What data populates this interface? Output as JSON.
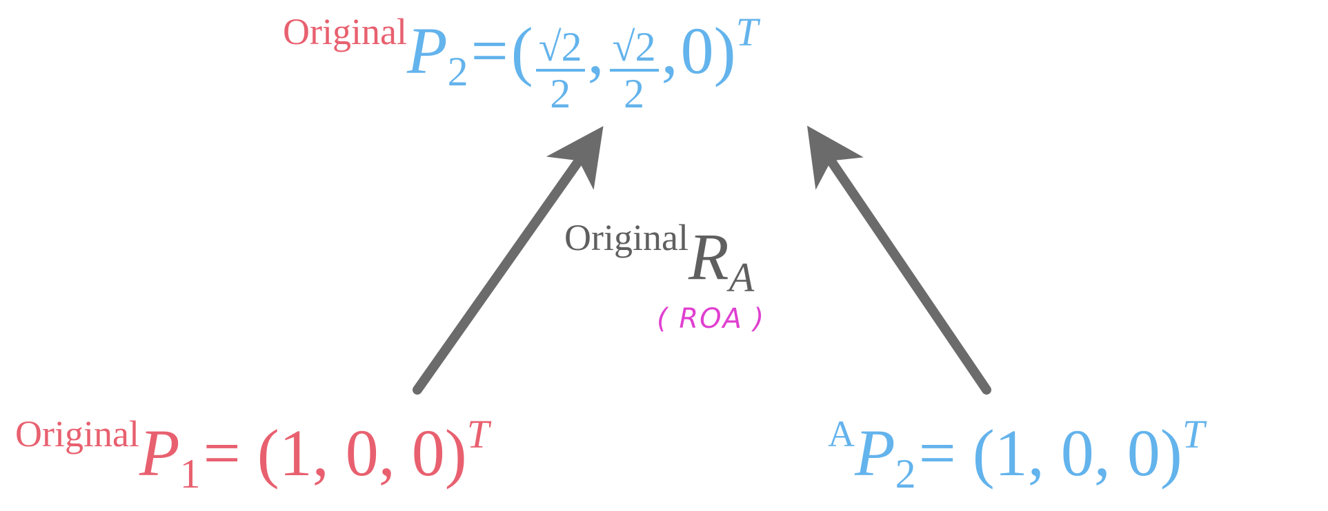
{
  "top": {
    "frame_label": "Original",
    "symbol": "P",
    "subscript": "2",
    "equals": "=",
    "open_paren": "(",
    "frac1_num": "√2",
    "frac1_den": "2",
    "sep1": ",",
    "frac2_num": "√2",
    "frac2_den": "2",
    "sep2": ",",
    "last": "0)",
    "transpose": "T"
  },
  "bottom_left": {
    "frame_label": "Original",
    "symbol": "P",
    "subscript": "1",
    "value": "= (1, 0, 0)",
    "transpose": "T"
  },
  "bottom_right": {
    "frame_label": "A",
    "symbol": "P",
    "subscript": "2",
    "value": "= (1, 0, 0)",
    "transpose": "T"
  },
  "rotation": {
    "frame_label": "Original",
    "symbol": "R",
    "subscript": "A",
    "annotation": "( ROA )"
  },
  "colors": {
    "frame_original_red": "#e8606f",
    "vector_blue": "#63b3ec",
    "arrow_gray": "#6b6b6b",
    "annotation_magenta": "#e03fd0"
  }
}
